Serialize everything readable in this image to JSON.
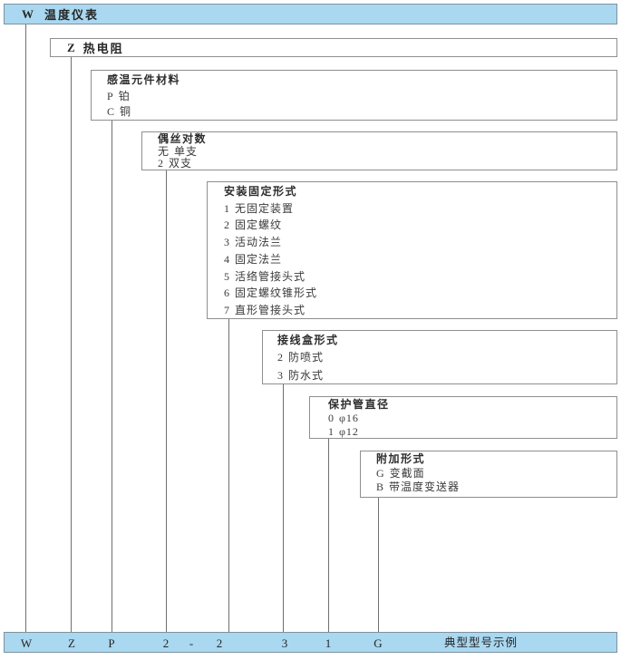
{
  "level1": {
    "code": "W",
    "label": "温度仪表"
  },
  "level2": {
    "code": "Z",
    "label": "热电阻"
  },
  "boxes": [
    {
      "title": "感温元件材料",
      "items": [
        {
          "code": "P",
          "label": "铂"
        },
        {
          "code": "C",
          "label": "铜"
        }
      ]
    },
    {
      "title": "偶丝对数",
      "items": [
        {
          "code": "无",
          "label": "单支"
        },
        {
          "code": "2",
          "label": "双支"
        }
      ]
    },
    {
      "title": "安装固定形式",
      "items": [
        {
          "code": "1",
          "label": "无固定装置"
        },
        {
          "code": "2",
          "label": "固定螺纹"
        },
        {
          "code": "3",
          "label": "活动法兰"
        },
        {
          "code": "4",
          "label": "固定法兰"
        },
        {
          "code": "5",
          "label": "活络管接头式"
        },
        {
          "code": "6",
          "label": "固定螺纹锥形式"
        },
        {
          "code": "7",
          "label": "直形管接头式"
        }
      ]
    },
    {
      "title": "接线盒形式",
      "items": [
        {
          "code": "2",
          "label": "防喷式"
        },
        {
          "code": "3",
          "label": "防水式"
        }
      ]
    },
    {
      "title": "保护管直径",
      "items": [
        {
          "code": "0",
          "label": "φ16"
        },
        {
          "code": "1",
          "label": "φ12"
        }
      ]
    },
    {
      "title": "附加形式",
      "items": [
        {
          "code": "G",
          "label": "变截面"
        },
        {
          "code": "B",
          "label": "带温度变送器"
        }
      ]
    }
  ],
  "bottom_bar": {
    "codes": [
      "W",
      "Z",
      "P",
      "2",
      "-",
      "2",
      "3",
      "1",
      "G"
    ],
    "caption": "典型型号示例"
  },
  "colors": {
    "bar_fill": "#a9d8f0",
    "bar_border": "#7f929e",
    "box_border": "#8f8f8f",
    "connector": "#6f6f6f",
    "text": "#3a3a3a"
  }
}
